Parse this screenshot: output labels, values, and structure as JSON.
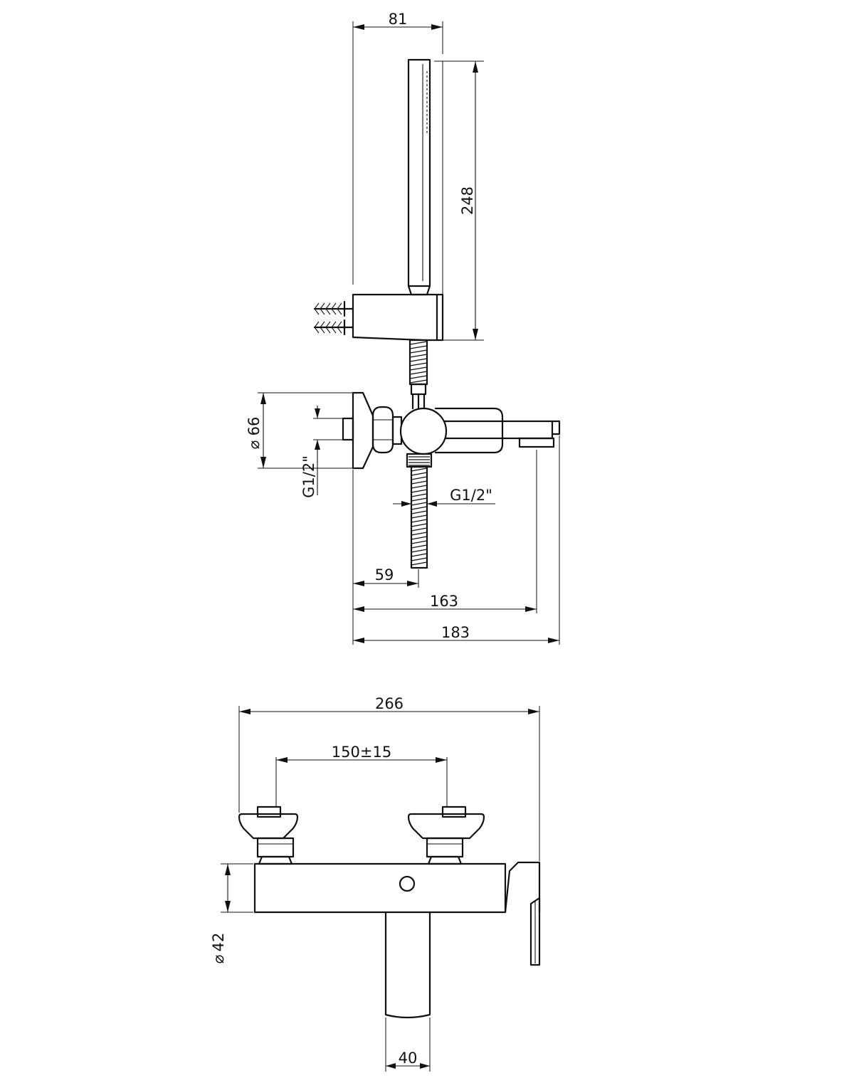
{
  "drawing": {
    "title": "",
    "side_view": {
      "dimensions": {
        "handshower_depth": "81",
        "handshower_height": "248",
        "flange_diameter": "66",
        "inlet_thread": "G1/2\"",
        "hose_thread": "G1/2\"",
        "projection_to_outlet": "59",
        "projection_to_spout": "163",
        "overall_projection": "183"
      }
    },
    "front_view": {
      "dimensions": {
        "overall_width": "266",
        "inlet_centres": "150±15",
        "body_diameter": "42",
        "spout_width": "40"
      }
    },
    "diameter_symbol": "⌀"
  }
}
